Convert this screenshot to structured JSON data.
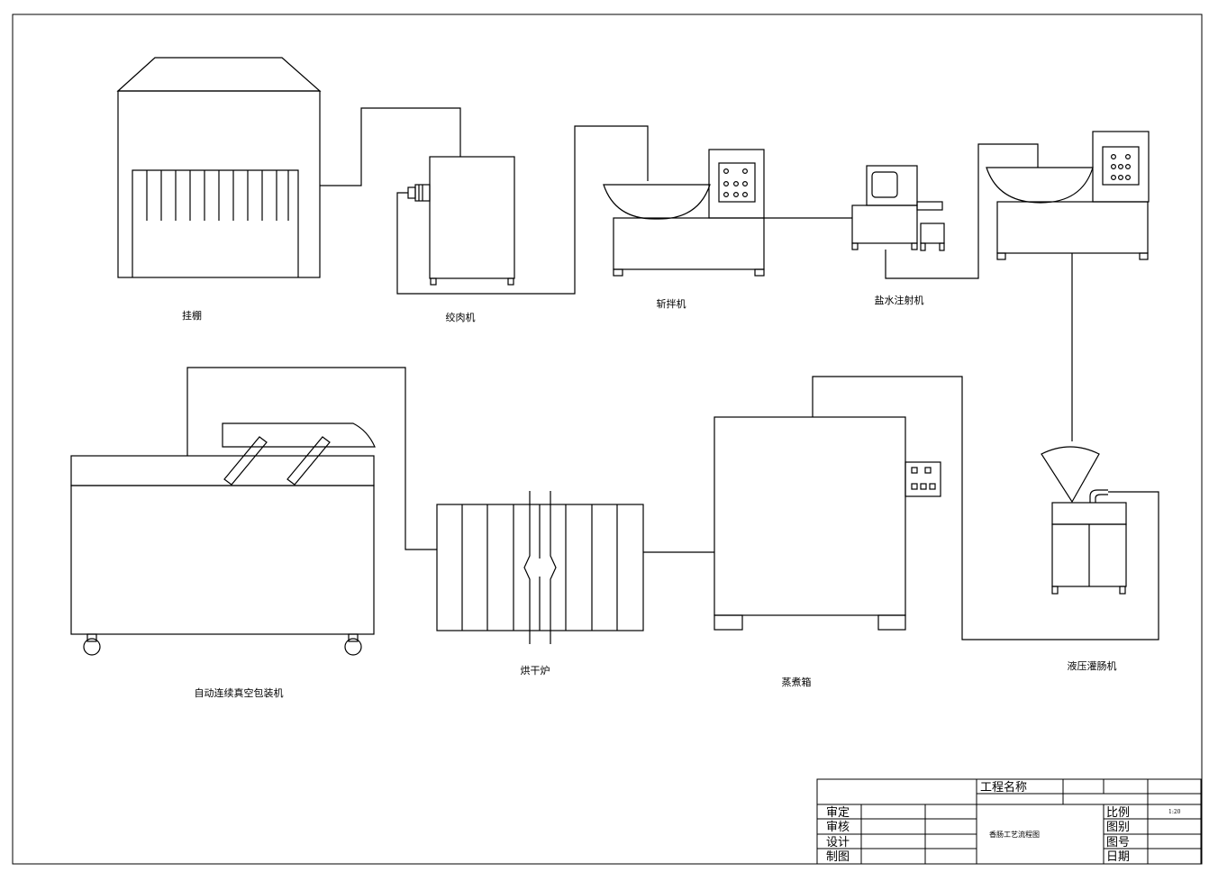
{
  "equipment": {
    "hang_shed": "挂棚",
    "grinder": "绞肉机",
    "chopper": "斩拌机",
    "brine_injector": "盐水注射机",
    "stuffer": "液压灌肠机",
    "steamer": "蒸煮箱",
    "dryer": "烘干炉",
    "vacuum_packer": "自动连续真空包装机"
  },
  "title_block": {
    "project_name_label": "工程名称",
    "drawing_name": "香肠工艺流程图",
    "approve": "审定",
    "review": "审核",
    "design": "设计",
    "draw": "制图",
    "scale_label": "比例",
    "scale_value": "1:20",
    "category_label": "图别",
    "drawing_no_label": "图号",
    "date_label": "日期"
  }
}
